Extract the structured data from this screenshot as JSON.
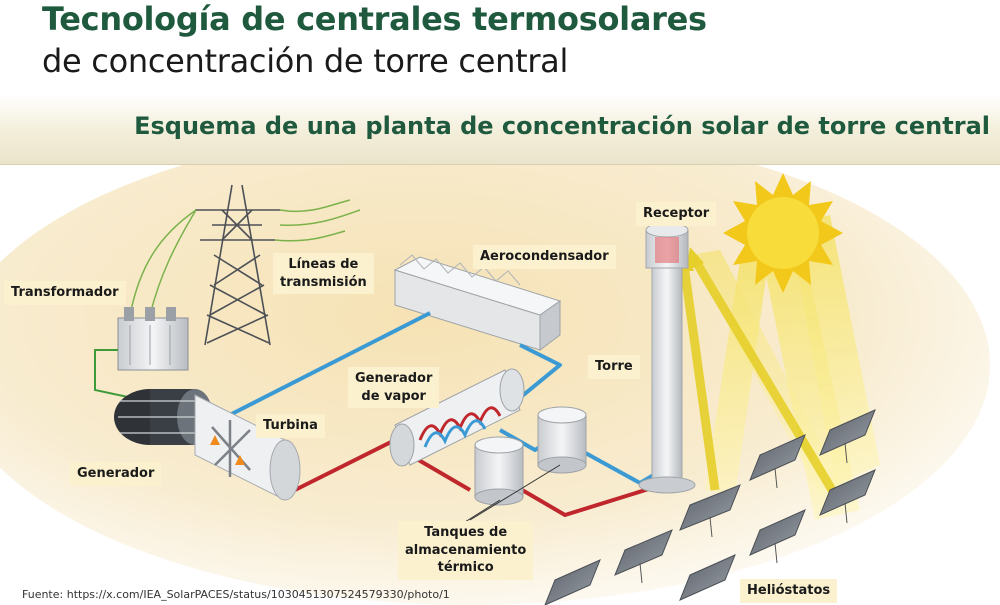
{
  "header": {
    "title": "Tecnología de centrales termosolares",
    "subtitle": "de concentración de torre central",
    "section_title": "Esquema de una planta de concentración solar de torre central"
  },
  "labels": {
    "transformador": "Transformador",
    "lineas": "Líneas de\ntransmisión",
    "aerocondensador": "Aerocondensador",
    "receptor": "Receptor",
    "torre": "Torre",
    "generador_vapor": "Generador\nde vapor",
    "turbina": "Turbina",
    "generador": "Generador",
    "tanques": "Tanques de\nalmacenamiento\ntérmico",
    "heliostatos": "Helióstatos"
  },
  "source": "Fuente: https://x.com/IEA_SolarPACES/status/1030451307524579330/photo/1",
  "colors": {
    "title_green": "#1f5a3e",
    "label_bg": "#fbf1cf",
    "hot_pipe": "#c0272d",
    "cold_pipe": "#3b9ad4",
    "sun": "#f5d21f"
  }
}
